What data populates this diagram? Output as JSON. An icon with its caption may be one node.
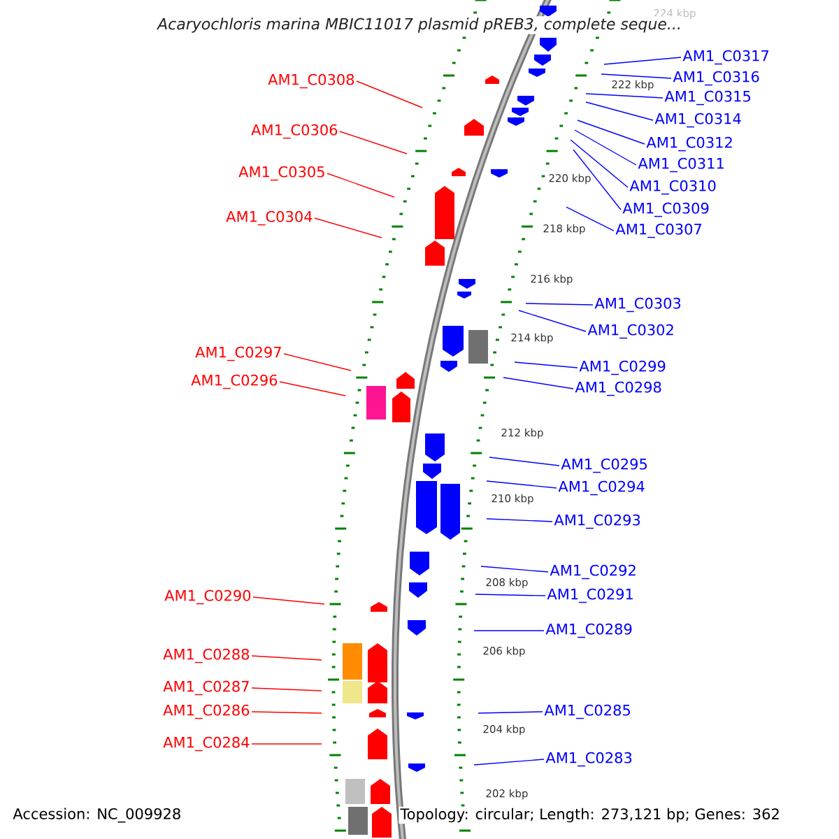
{
  "diagram": {
    "title": "Acaryochloris marina MBIC11017 plasmid pREB3, complete seque...",
    "nodes": [
      {
        "text": [
          "AM1_C0308"
        ]
      },
      {
        "text": [
          "AM1_C0306"
        ]
      },
      {
        "text": [
          "AM1_C0305"
        ]
      },
      {
        "text": [
          "AM1_C0304"
        ]
      },
      {
        "text": [
          "AM1_C0297"
        ]
      },
      {
        "text": [
          "AM1_C0296"
        ]
      },
      {
        "text": [
          "AM1_C0290"
        ]
      },
      {
        "text": [
          "AM1_C0288"
        ]
      },
      {
        "text": [
          "AM1_C0287"
        ]
      },
      {
        "text": [
          "AM1_C0286"
        ]
      },
      {
        "text": [
          "AM1_C0284"
        ]
      },
      {
        "text": [
          "AM1_C0317"
        ]
      },
      {
        "text": [
          "AM1_C0316"
        ]
      },
      {
        "text": [
          "AM1_C0315"
        ]
      },
      {
        "text": [
          "AM1_C0314"
        ]
      },
      {
        "text": [
          "AM1_C0312"
        ]
      },
      {
        "text": [
          "AM1_C0311"
        ]
      },
      {
        "text": [
          "AM1_C0310"
        ]
      },
      {
        "text": [
          "AM1_C0309"
        ]
      },
      {
        "text": [
          "AM1_C0307"
        ]
      },
      {
        "text": [
          "AM1_C0303"
        ]
      },
      {
        "text": [
          "AM1_C0302"
        ]
      },
      {
        "text": [
          "AM1_C0299"
        ]
      },
      {
        "text": [
          "AM1_C0298"
        ]
      },
      {
        "text": [
          "AM1_C0295"
        ]
      },
      {
        "text": [
          "AM1_C0294"
        ]
      },
      {
        "text": [
          "AM1_C0293"
        ]
      },
      {
        "text": [
          "AM1_C0292"
        ]
      },
      {
        "text": [
          "AM1_C0291"
        ]
      },
      {
        "text": [
          "AM1_C0289"
        ]
      },
      {
        "text": [
          "AM1_C0285"
        ]
      },
      {
        "text": [
          "AM1_C0283"
        ]
      }
    ],
    "edges": [
      {
        "from": 0,
        "to": null,
        "arrow": "none",
        "color": "#ff0000"
      },
      {
        "from": 1,
        "to": null,
        "arrow": "none",
        "color": "#ff0000"
      },
      {
        "from": 2,
        "to": null,
        "arrow": "none",
        "color": "#ff0000"
      },
      {
        "from": 3,
        "to": null,
        "arrow": "none",
        "color": "#ff0000"
      },
      {
        "from": 4,
        "to": null,
        "arrow": "none",
        "color": "#ff0000"
      },
      {
        "from": 5,
        "to": null,
        "arrow": "none",
        "color": "#ff0000"
      },
      {
        "from": 6,
        "to": null,
        "arrow": "none",
        "color": "#ff0000"
      },
      {
        "from": 7,
        "to": null,
        "arrow": "none",
        "color": "#ff0000"
      },
      {
        "from": 8,
        "to": null,
        "arrow": "none",
        "color": "#ff0000"
      },
      {
        "from": 9,
        "to": null,
        "arrow": "none",
        "color": "#ff0000"
      },
      {
        "from": 10,
        "to": null,
        "arrow": "none",
        "color": "#ff0000"
      },
      {
        "from": 11,
        "to": null,
        "arrow": "none"
      },
      {
        "from": 12,
        "to": null,
        "arrow": "none"
      },
      {
        "from": 13,
        "to": null,
        "arrow": "none"
      },
      {
        "from": 14,
        "to": null,
        "arrow": "none"
      },
      {
        "from": 15,
        "to": null,
        "arrow": "none"
      },
      {
        "from": 16,
        "to": null,
        "arrow": "none"
      },
      {
        "from": 17,
        "to": null,
        "arrow": "none"
      },
      {
        "from": 18,
        "to": null,
        "arrow": "none"
      },
      {
        "from": 19,
        "to": null,
        "arrow": "none"
      },
      {
        "from": 20,
        "to": null,
        "arrow": "none"
      },
      {
        "from": 21,
        "to": null,
        "arrow": "none"
      },
      {
        "from": 22,
        "to": null,
        "arrow": "none"
      },
      {
        "from": 23,
        "to": null,
        "arrow": "none"
      },
      {
        "from": 24,
        "to": null,
        "arrow": "none"
      },
      {
        "from": 25,
        "to": null,
        "arrow": "none"
      },
      {
        "from": 26,
        "to": null,
        "arrow": "none"
      },
      {
        "from": 27,
        "to": null,
        "arrow": "none"
      },
      {
        "from": 28,
        "to": null,
        "arrow": "none"
      },
      {
        "from": 29,
        "to": null,
        "arrow": "none"
      },
      {
        "from": 30,
        "to": null,
        "arrow": "none"
      },
      {
        "from": 31,
        "to": null,
        "arrow": "none"
      }
    ],
    "labels": [
      "224 kbp",
      "222 kbp",
      "220 kbp",
      "218 kbp",
      "216 kbp",
      "214 kbp",
      "212 kbp",
      "210 kbp",
      "208 kbp",
      "206 kbp",
      "204 kbp",
      "202 kbp",
      "Accession: NC_009928",
      "Topology: circular; Length: 273,121 bp; Genes: 362"
    ]
  }
}
